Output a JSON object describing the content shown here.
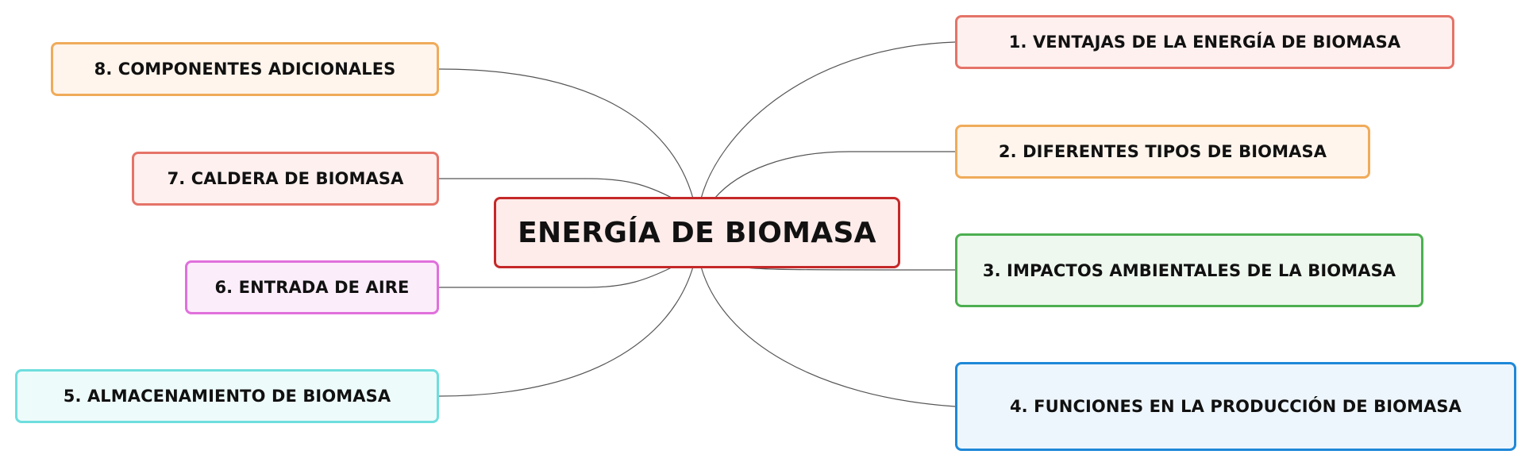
{
  "mindmap": {
    "central": {
      "label": "ENERGÍA DE BIOMASA",
      "color": "#c62828",
      "fill": "#fdecea"
    },
    "branches": [
      {
        "label": "1. VENTAJAS DE LA ENERGÍA DE BIOMASA",
        "color": "#e57368",
        "fill": "#fef0ee"
      },
      {
        "label": "2. DIFERENTES TIPOS DE BIOMASA",
        "color": "#f0ab5a",
        "fill": "#fff5ec"
      },
      {
        "label": "3. IMPACTOS AMBIENTALES DE LA BIOMASA",
        "color": "#4caf50",
        "fill": "#eef8ef"
      },
      {
        "label": "4. FUNCIONES EN LA PRODUCCIÓN DE BIOMASA",
        "color": "#1e88d8",
        "fill": "#eef6fd"
      },
      {
        "label": "5. ALMACENAMIENTO DE BIOMASA",
        "color": "#6fdede",
        "fill": "#eefbfb"
      },
      {
        "label": "6. ENTRADA DE AIRE",
        "color": "#e070dc",
        "fill": "#fcedfb"
      },
      {
        "label": "7. CALDERA DE BIOMASA",
        "color": "#e57368",
        "fill": "#fef0ee"
      },
      {
        "label": "8. COMPONENTES ADICIONALES",
        "color": "#f0ab5a",
        "fill": "#fff5ec"
      }
    ],
    "connector_color": "#555555"
  }
}
